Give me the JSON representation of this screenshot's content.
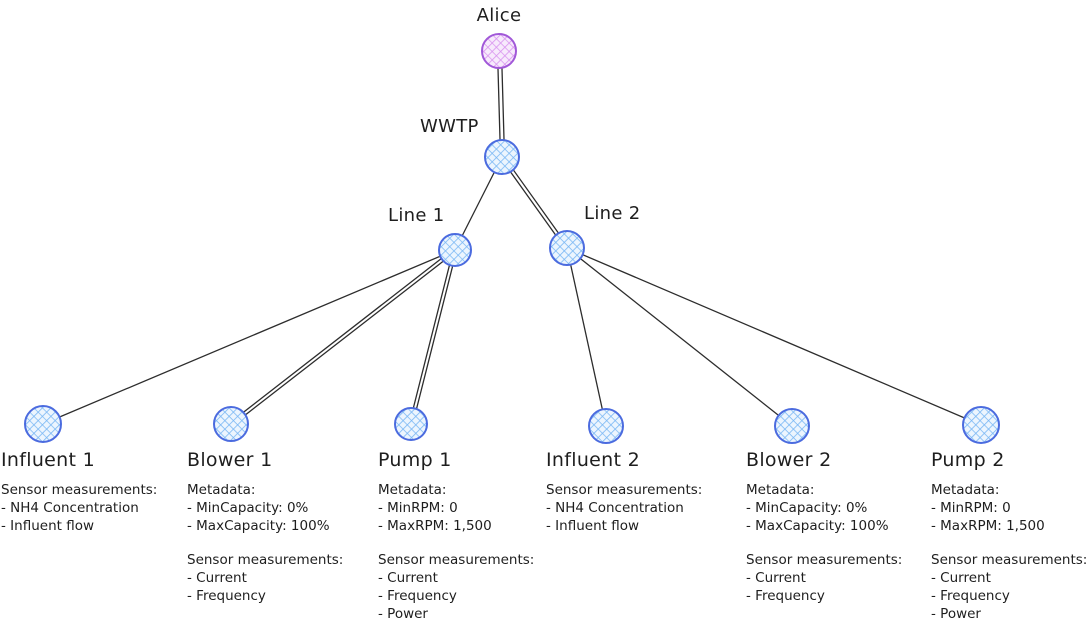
{
  "nodes": {
    "alice": "Alice",
    "wwtp": "WWTP",
    "line1": "Line 1",
    "line2": "Line 2"
  },
  "edges": [
    [
      "Alice",
      "WWTP"
    ],
    [
      "WWTP",
      "Line 1"
    ],
    [
      "WWTP",
      "Line 2"
    ],
    [
      "Line 1",
      "Influent 1"
    ],
    [
      "Line 1",
      "Blower 1"
    ],
    [
      "Line 1",
      "Pump 1"
    ],
    [
      "Line 2",
      "Influent 2"
    ],
    [
      "Line 2",
      "Blower 2"
    ],
    [
      "Line 2",
      "Pump 2"
    ]
  ],
  "colors": {
    "root_node_stroke": "#a158d8",
    "root_node_hatch": "#d893ef",
    "root_node_base": "#f7eafc",
    "asset_node_stroke": "#4b6bdf",
    "asset_node_hatch": "#79b7f4",
    "asset_node_base": "#ecf5fe",
    "edge": "#2d2d2d",
    "text": "#1e1e1e"
  },
  "blocks": [
    {
      "title": "Influent 1",
      "sections": [
        {
          "heading": "Sensor measurements:",
          "items": [
            "- NH4 Concentration",
            "- Influent flow"
          ]
        }
      ]
    },
    {
      "title": "Blower 1",
      "sections": [
        {
          "heading": "Metadata:",
          "items": [
            "- MinCapacity: 0%",
            "- MaxCapacity: 100%"
          ]
        },
        {
          "heading": "Sensor measurements:",
          "items": [
            "- Current",
            "- Frequency"
          ]
        }
      ]
    },
    {
      "title": "Pump 1",
      "sections": [
        {
          "heading": "Metadata:",
          "items": [
            "- MinRPM: 0",
            "- MaxRPM: 1,500"
          ]
        },
        {
          "heading": "Sensor measurements:",
          "items": [
            "- Current",
            "- Frequency",
            "- Power"
          ]
        }
      ]
    },
    {
      "title": "Influent 2",
      "sections": [
        {
          "heading": "Sensor measurements:",
          "items": [
            "- NH4 Concentration",
            "- Influent flow"
          ]
        }
      ]
    },
    {
      "title": "Blower 2",
      "sections": [
        {
          "heading": "Metadata:",
          "items": [
            "- MinCapacity: 0%",
            "- MaxCapacity: 100%"
          ]
        },
        {
          "heading": "Sensor measurements:",
          "items": [
            "- Current",
            "- Frequency"
          ]
        }
      ]
    },
    {
      "title": "Pump 2",
      "sections": [
        {
          "heading": "Metadata:",
          "items": [
            "- MinRPM: 0",
            "- MaxRPM: 1,500"
          ]
        },
        {
          "heading": "Sensor measurements:",
          "items": [
            "- Current",
            "- Frequency",
            "- Power"
          ]
        }
      ]
    }
  ]
}
